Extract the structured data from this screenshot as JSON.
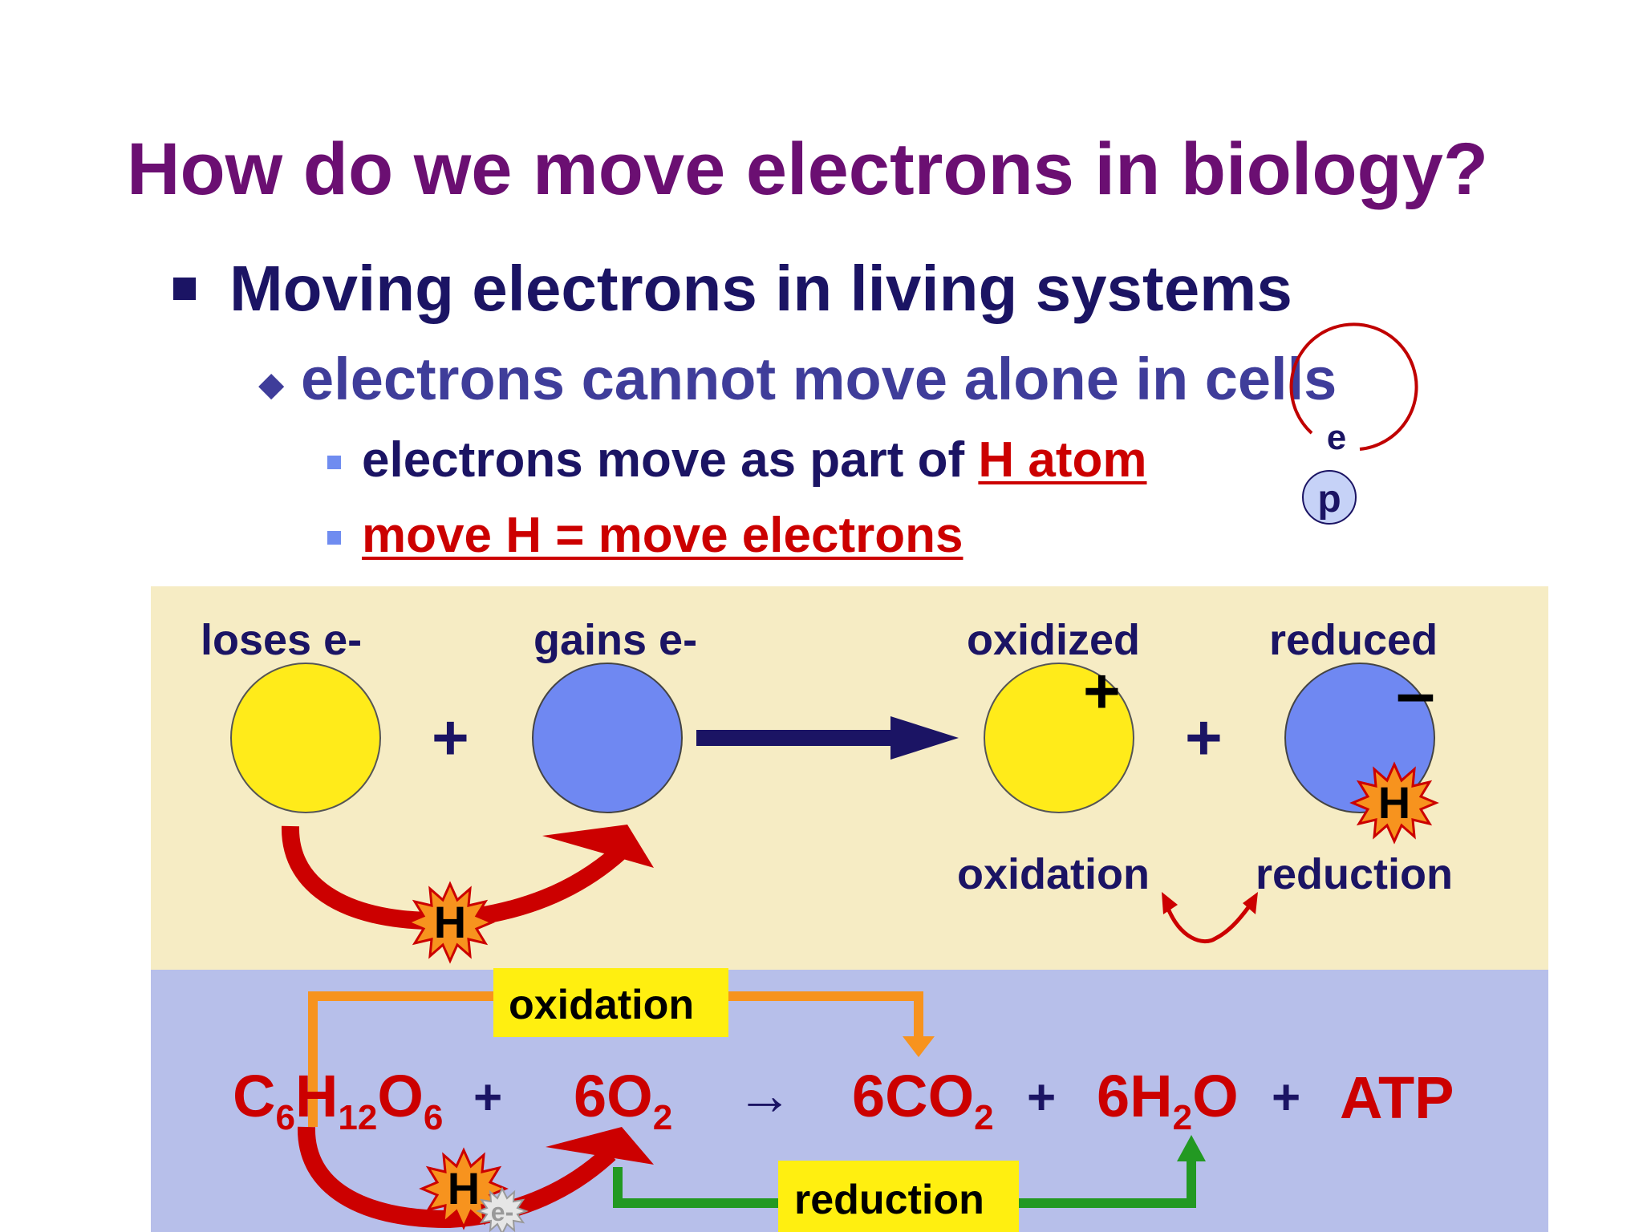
{
  "title": "How do we move electrons in biology?",
  "bullets": {
    "level1": "Moving electrons in living systems",
    "level2": "electrons cannot move alone in cells",
    "level2_marker": "◆",
    "level3a_prefix": "electrons move as part of ",
    "level3a_highlight": "H atom",
    "level3b": "move H = move electrons"
  },
  "atom_diagram": {
    "electron": "e",
    "proton": "p"
  },
  "reaction_diagram": {
    "loses_label": "loses e-",
    "gains_label": "gains e-",
    "oxidized_label": "oxidized",
    "reduced_label": "reduced",
    "plus": "+",
    "oxidized_charge": "+",
    "reduced_charge": "–",
    "hydrogen": "H",
    "oxidation_label": "oxidation",
    "reduction_label": "reduction"
  },
  "respiration": {
    "glucose": {
      "c": "C",
      "c_sub": "6",
      "h": "H",
      "h_sub": "12",
      "o": "O",
      "o_sub": "6"
    },
    "oxygen": {
      "coef": "6O",
      "sub": "2"
    },
    "arrow": "→",
    "co2": {
      "coef": "6CO",
      "sub": "2"
    },
    "water": {
      "coef": "6H",
      "sub": "2",
      "tail": "O"
    },
    "atp": "ATP",
    "plus": "+",
    "oxidation_box": "oxidation",
    "reduction_box": "reduction",
    "hydrogen": "H",
    "electron_tag": "e-"
  },
  "colors": {
    "title": "#6b0f72",
    "text_dark": "#1b1464",
    "text_mid": "#3f3d9a",
    "red": "#cc0000",
    "panel_top": "#f6ecc4",
    "panel_bottom": "#b7bfea",
    "yellow": "#ffeb1a",
    "blue": "#6f88f2",
    "orange": "#f7931e",
    "green": "#229922"
  }
}
